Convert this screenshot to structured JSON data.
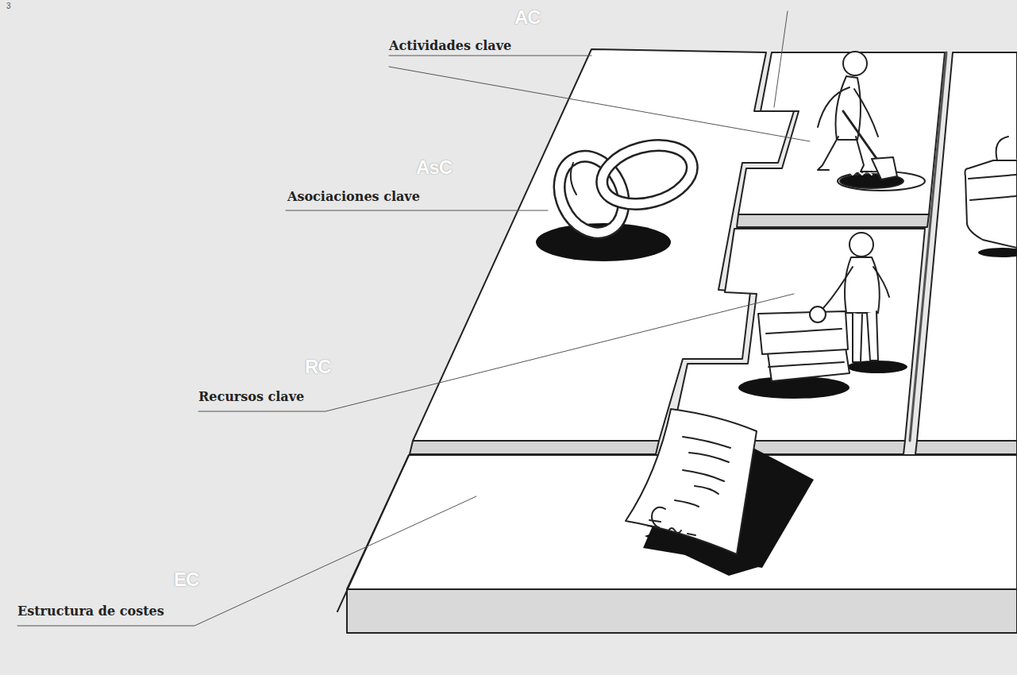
{
  "diagram": {
    "labels": [
      "3",
      "AC",
      "Actividades clave",
      "AsC",
      "Asociaciones clave",
      "RC",
      "Recursos clave",
      "EC",
      "Estructura de costes"
    ]
  }
}
